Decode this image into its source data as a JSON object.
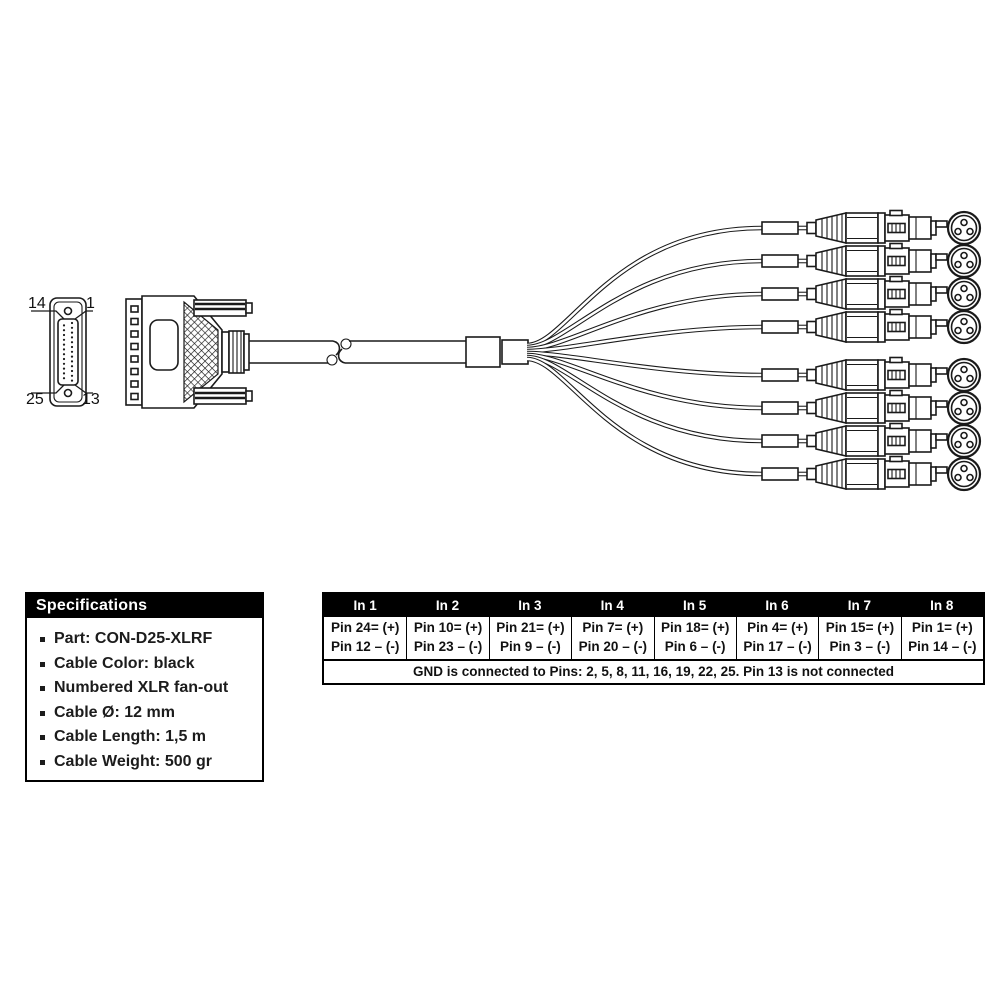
{
  "diagram": {
    "title": "CON-D25-XLRF cable drawing",
    "d25_front": {
      "label_top_left": "14",
      "label_top_right": "1",
      "label_bottom_left": "25",
      "label_bottom_right": "13"
    },
    "xlr_connector_count": 8
  },
  "specs": {
    "title": "Specifications",
    "items": [
      "Part: CON-D25-XLRF",
      "Cable Color: black",
      "Numbered XLR fan-out",
      "Cable Ø: 12 mm",
      "Cable Length: 1,5 m",
      "Cable Weight: 500 gr"
    ]
  },
  "pinout_table": {
    "columns": [
      {
        "label": "In 1",
        "pos": "Pin 24= (+)",
        "neg": "Pin 12 – (-)"
      },
      {
        "label": "In 2",
        "pos": "Pin 10= (+)",
        "neg": "Pin 23 – (-)"
      },
      {
        "label": "In 3",
        "pos": "Pin 21= (+)",
        "neg": "Pin 9 – (-)"
      },
      {
        "label": "In 4",
        "pos": "Pin 7= (+)",
        "neg": "Pin 20 – (-)"
      },
      {
        "label": "In 5",
        "pos": "Pin 18= (+)",
        "neg": "Pin 6 – (-)"
      },
      {
        "label": "In 6",
        "pos": "Pin 4= (+)",
        "neg": "Pin 17 – (-)"
      },
      {
        "label": "In 7",
        "pos": "Pin 15= (+)",
        "neg": "Pin 3 – (-)"
      },
      {
        "label": "In 8",
        "pos": "Pin 1= (+)",
        "neg": "Pin 14 – (-)"
      }
    ],
    "footer": "GND is connected to Pins: 2, 5, 8, 11, 16, 19, 22, 25. Pin 13 is not connected"
  },
  "colors": {
    "ink": "#1a1a1a",
    "header_bg": "#000000",
    "header_text": "#ffffff",
    "background": "#ffffff"
  }
}
